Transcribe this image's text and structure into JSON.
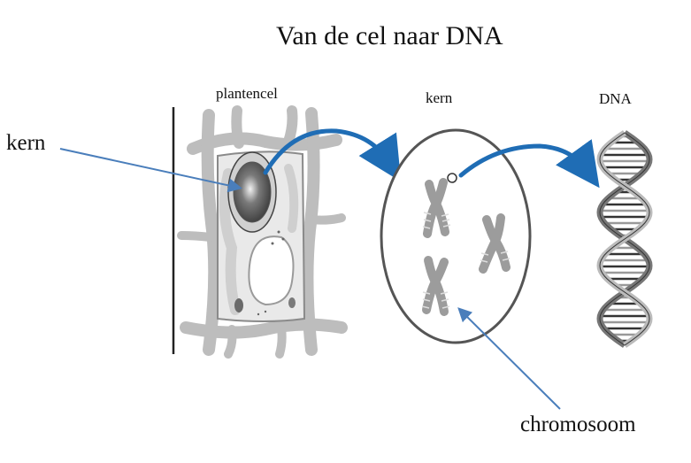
{
  "title": "Van de cel naar DNA",
  "labels": {
    "plantencel": "plantencel",
    "kern_top": "kern",
    "dna": "DNA",
    "kern_callout": "kern",
    "chromosoom_callout": "chromosoom"
  },
  "colors": {
    "blue_arrow": "#1f6db5",
    "callout_line": "#4a7ebb",
    "cell_gray": "#b8b8b8",
    "outline_dark": "#555555"
  }
}
